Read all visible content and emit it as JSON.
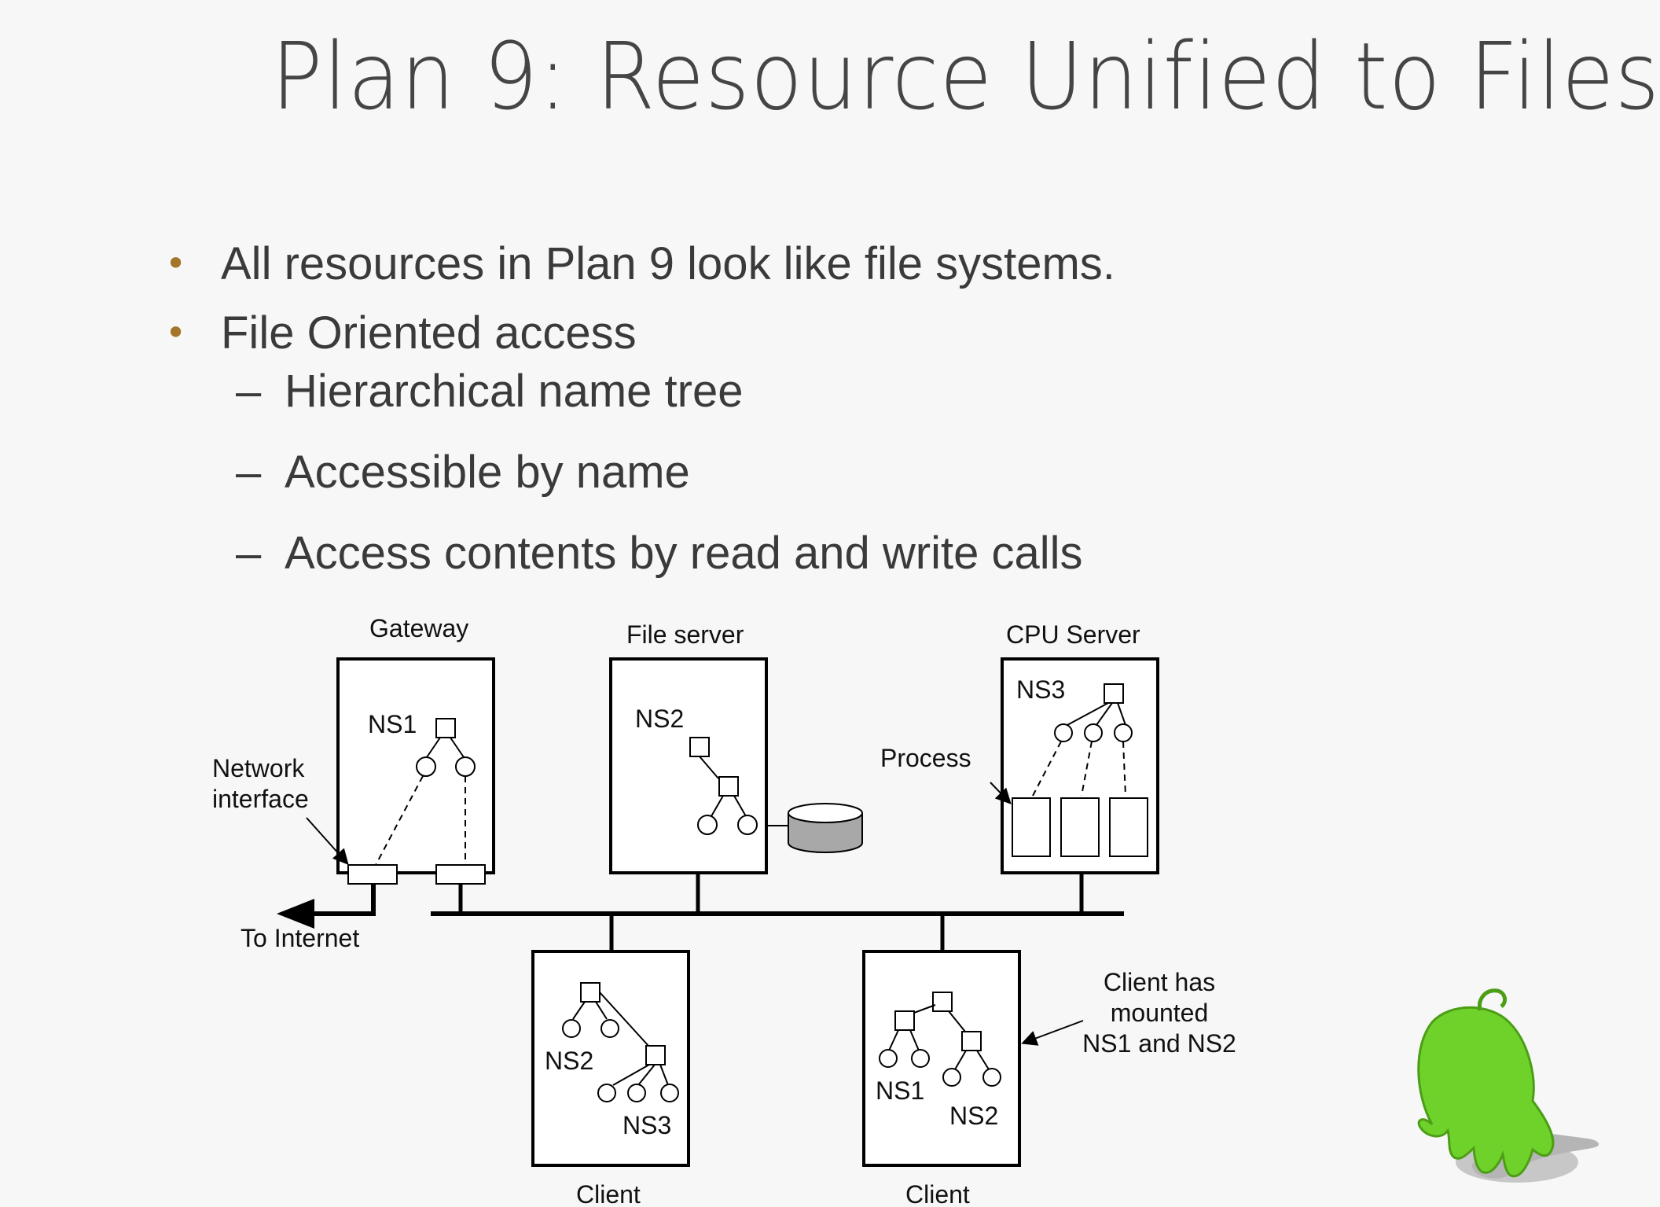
{
  "title": "Plan 9: Resource Unified to Files",
  "bullets": [
    {
      "text": "All resources in Plan 9 look like file systems."
    },
    {
      "text": "File Oriented access"
    }
  ],
  "subbullets": [
    {
      "text": "Hierarchical name tree"
    },
    {
      "text": "Accessible by name"
    },
    {
      "text": "Access contents by read and write calls"
    }
  ],
  "dash_glyph": "–",
  "bullet_glyph": "•",
  "diagram": {
    "gateway_label": "Gateway",
    "file_server_label": "File server",
    "cpu_server_label": "CPU Server",
    "network_interface_line1": "Network",
    "network_interface_line2": "interface",
    "to_internet": "To Internet",
    "process_label": "Process",
    "ns1": "NS1",
    "ns2": "NS2",
    "ns3": "NS3",
    "client_label": "Client",
    "client_has_line1": "Client has",
    "client_has_line2": "mounted",
    "client_has_line3": "NS1 and NS2"
  },
  "colors": {
    "bullet": "#a4762a",
    "title": "#454545",
    "text": "#3a3a3a",
    "mascot": "#6fd22b",
    "disk": "#a8a8a8"
  },
  "icons": {
    "mascot": "green-glenda-bunny-icon",
    "disk": "disk-storage-icon"
  }
}
